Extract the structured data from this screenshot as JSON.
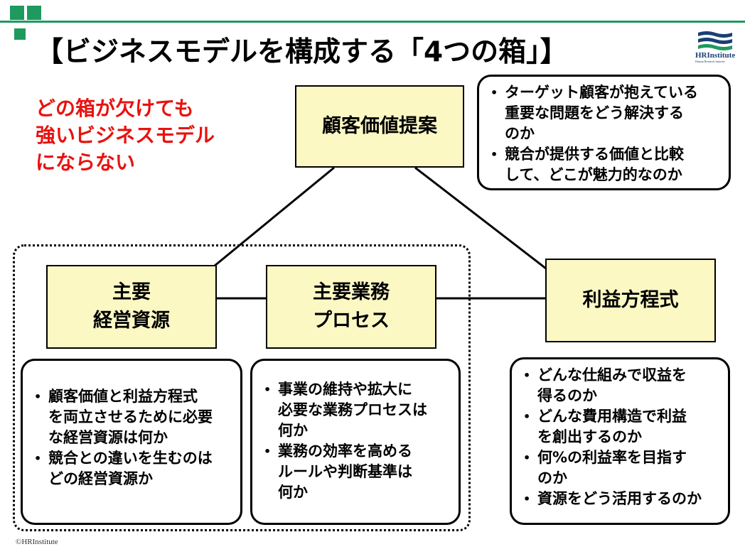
{
  "title": "【ビジネスモデルを構成する「4つの箱」】",
  "logo": {
    "name": "HRInstitute",
    "tagline": "Human Research Institute"
  },
  "warning_text": [
    "どの箱が欠けても",
    "強いビジネスモデル",
    "にならない"
  ],
  "boxes": {
    "value": {
      "label": "顧客価値提案"
    },
    "resources": {
      "line1": "主要",
      "line2": "経営資源"
    },
    "process": {
      "line1": "主要業務",
      "line2": "プロセス"
    },
    "profit": {
      "label": "利益方程式"
    }
  },
  "notes": {
    "value": [
      [
        "ターゲット顧客が抱えている",
        "重要な問題をどう解決する",
        "のか"
      ],
      [
        "競合が提供する価値と比較",
        "して、どこが魅力的なのか"
      ]
    ],
    "resources": [
      [
        "顧客価値と利益方程式",
        "を両立させるために必要",
        "な経営資源は何か"
      ],
      [
        "競合との違いを生むのは",
        "どの経営資源か"
      ]
    ],
    "process": [
      [
        "事業の維持や拡大に",
        "必要な業務プロセスは",
        "何か"
      ],
      [
        "業務の効率を高める",
        "ルールや判断基準は",
        "何か"
      ]
    ],
    "profit": [
      [
        "どんな仕組みで収益を",
        "得るのか"
      ],
      [
        "どんな費用構造で利益",
        "を創出するのか"
      ],
      [
        "何%の利益率を目指す",
        "のか"
      ],
      [
        "資源をどう活用するのか"
      ]
    ]
  },
  "copyright": "©HRInstitute",
  "colors": {
    "accent": "#1e9a5f",
    "box_fill": "#fbf8c4",
    "warning": "#e8120f"
  }
}
